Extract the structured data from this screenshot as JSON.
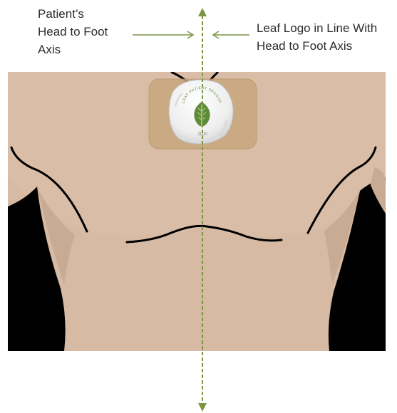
{
  "labels": {
    "left": {
      "line1": "Patient’s",
      "line2": "Head to Foot",
      "line3": "Axis"
    },
    "right": {
      "line1": "Leaf Logo in Line With",
      "line2": "Head to Foot Axis"
    }
  },
  "sensor": {
    "arc_text": "LEAF PATIENT SENSOR",
    "model_text": "2L00"
  },
  "colors": {
    "axis_green": "#7a9640",
    "skin": "#d9bda6",
    "skin_shade": "#c9ab93",
    "pad": "#c8a77c",
    "sensor": "#f2f2f2",
    "leaf": "#5c8c35",
    "outline": "#000000"
  },
  "icons": {
    "sensor_logo": "leaf-icon"
  }
}
